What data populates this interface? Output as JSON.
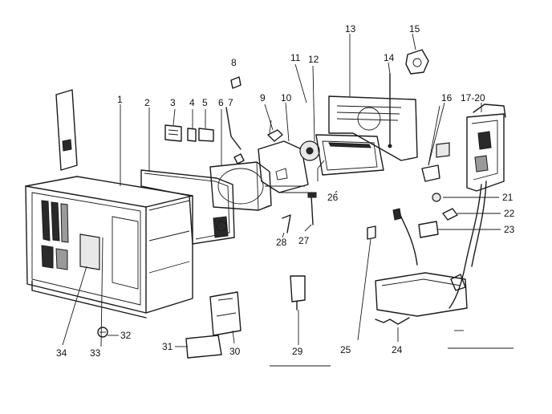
{
  "callouts": [
    {
      "id": "c1",
      "label": "1"
    },
    {
      "id": "c2",
      "label": "2"
    },
    {
      "id": "c3",
      "label": "3"
    },
    {
      "id": "c4",
      "label": "4"
    },
    {
      "id": "c5",
      "label": "5"
    },
    {
      "id": "c6",
      "label": "6"
    },
    {
      "id": "c7",
      "label": "7"
    },
    {
      "id": "c8",
      "label": "8"
    },
    {
      "id": "c9",
      "label": "9"
    },
    {
      "id": "c10",
      "label": "10"
    },
    {
      "id": "c11",
      "label": "11"
    },
    {
      "id": "c12",
      "label": "12"
    },
    {
      "id": "c13",
      "label": "13"
    },
    {
      "id": "c14",
      "label": "14"
    },
    {
      "id": "c15",
      "label": "15"
    },
    {
      "id": "c16",
      "label": "16"
    },
    {
      "id": "c17",
      "label": "17-20"
    },
    {
      "id": "c21",
      "label": "21"
    },
    {
      "id": "c22",
      "label": "22"
    },
    {
      "id": "c23",
      "label": "23"
    },
    {
      "id": "c24",
      "label": "24"
    },
    {
      "id": "c25",
      "label": "25"
    },
    {
      "id": "c26",
      "label": "26"
    },
    {
      "id": "c27",
      "label": "27"
    },
    {
      "id": "c28",
      "label": "28"
    },
    {
      "id": "c29",
      "label": "29"
    },
    {
      "id": "c30",
      "label": "30"
    },
    {
      "id": "c31",
      "label": "31"
    },
    {
      "id": "c32",
      "label": "32"
    },
    {
      "id": "c33",
      "label": "33"
    },
    {
      "id": "c34",
      "label": "34"
    }
  ]
}
